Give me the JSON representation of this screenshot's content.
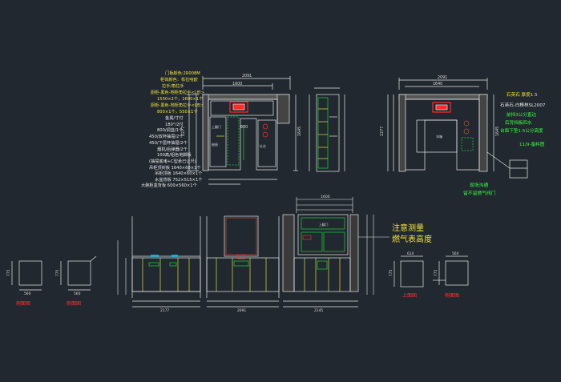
{
  "colors": {
    "background": "#212830",
    "line": "#e8e8e8",
    "dim": "#cfcfcf",
    "accent_red": "#ff2a2a",
    "accent_green": "#22d23a",
    "accent_yellow": "#e0e03a",
    "note_yellow": "#f2e23a",
    "note_green": "#3cff3c",
    "view_label": "#ff3030"
  },
  "spec_notes": {
    "lines": [
      "门板颜色:2R008M",
      "柜体颜色：栎拉哈欧",
      "拉手/角拉手",
      "厨柜-黑色-地柜角拉手<L形>",
      "1550×2个，1600×1个",
      "厨柜-黑色-地柜角拉手<L形>",
      "800×1个，550×1个",
      "金属/寸付",
      "180°/2付",
      "800/调篮/1个",
      "450/双杯抽屉/2个",
      "450/下层杯抽屉/2个",
      "烟机/后弹器/2个",
      "100高/铝色地脚板",
      "(抽屉底堵+C型承已让尺)",
      "吊柜顶封板 1640×60×1个",
      "吊柜顶板 1640×60×1个",
      "水盆背板 752×515×1个",
      "大碗柜盒背板 600×560×1个"
    ]
  },
  "right_notes": {
    "lines": [
      "石英石 厚度1.5",
      "石英石-白棒林SL2007",
      "前挡3公分直边",
      "后背挡板四水",
      "台面下垫1.5公分高度"
    ],
    "date_note": "11/9-备料图"
  },
  "callouts": {
    "gas_pipe": [
      "现场沟通",
      "留不留燃气阀门"
    ],
    "measure": [
      "注意测量",
      "燃气表高度"
    ]
  },
  "view_labels": {
    "side_left": "侧面图",
    "side_second": "侧面图",
    "top_view": "上面图",
    "side_right": "侧面图"
  },
  "dimensions": {
    "plan_left_width": "2091",
    "plan_left_sub": "1600",
    "plan_left_inner": "800",
    "plan_left_h": "2277",
    "plan_left_h2": "1645",
    "plan_right_width": "2091",
    "plan_right_sub": "1640",
    "plan_right_h": "2277",
    "plan_right_h2": "1645",
    "elev_width": "1600",
    "elev1_total": "2177",
    "elev2_total": "2091",
    "elev3_total": "2145",
    "side_w1": "560",
    "side_h1": "775",
    "side_w2": "560",
    "side_h2": "775",
    "side_w3": "610",
    "side_h3": "775",
    "side_w4": "560",
    "side_h4": "775"
  },
  "cabinet_labels": {
    "sink": "水盆",
    "dish": "碗柜",
    "stove": "灶台",
    "fridge": "冰箱",
    "drawer": "抽屉",
    "cabinet": "上翻门"
  }
}
